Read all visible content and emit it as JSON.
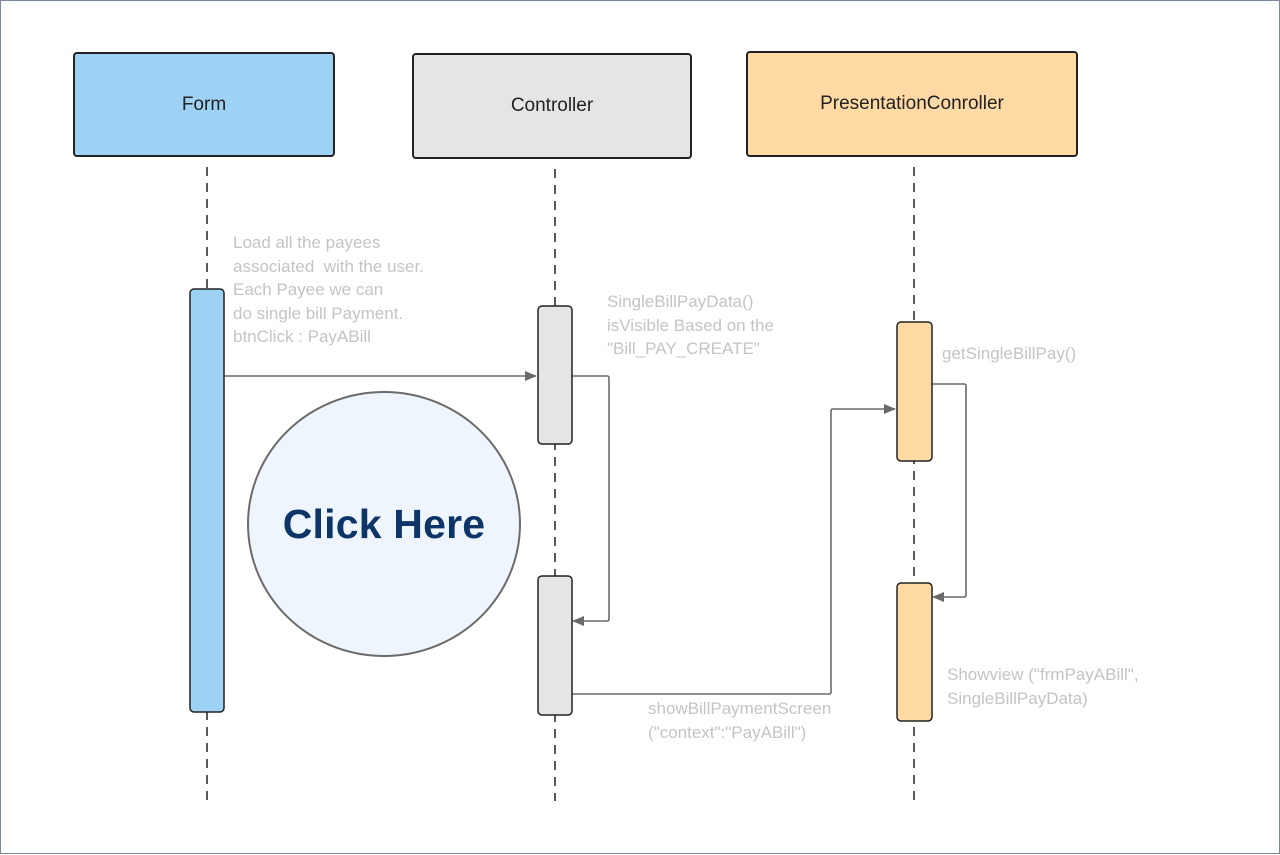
{
  "colors": {
    "form": "#9dd2f4",
    "controller": "#e5e5e5",
    "presentation": "#ffdaa5",
    "note_text": "#c4c4c4",
    "cta_fill": "#eef5fd",
    "cta_text": "#0e3568",
    "arrow": "#6a6a6a"
  },
  "participants": {
    "form": {
      "label": "Form"
    },
    "controller": {
      "label": "Controller"
    },
    "presentation": {
      "label": "PresentationConroller"
    }
  },
  "notes": {
    "load_payees": "Load all the payees\nassociated  with the user.\nEach Payee we can\ndo single bill Payment.\nbtnClick : PayABill",
    "single_bill_pay_data": "SingleBillPayData()\nisVisible Based on the\n\"Bill_PAY_CREATE\"",
    "get_single_bill_pay": "getSingleBillPay()",
    "show_bill_payment_screen": "showBillPaymentScreen\n(\"context\":\"PayABill\")",
    "showview": "Showview (\"frmPayABill\",\nSingleBillPayData)"
  },
  "cta": {
    "label": "Click Here"
  }
}
